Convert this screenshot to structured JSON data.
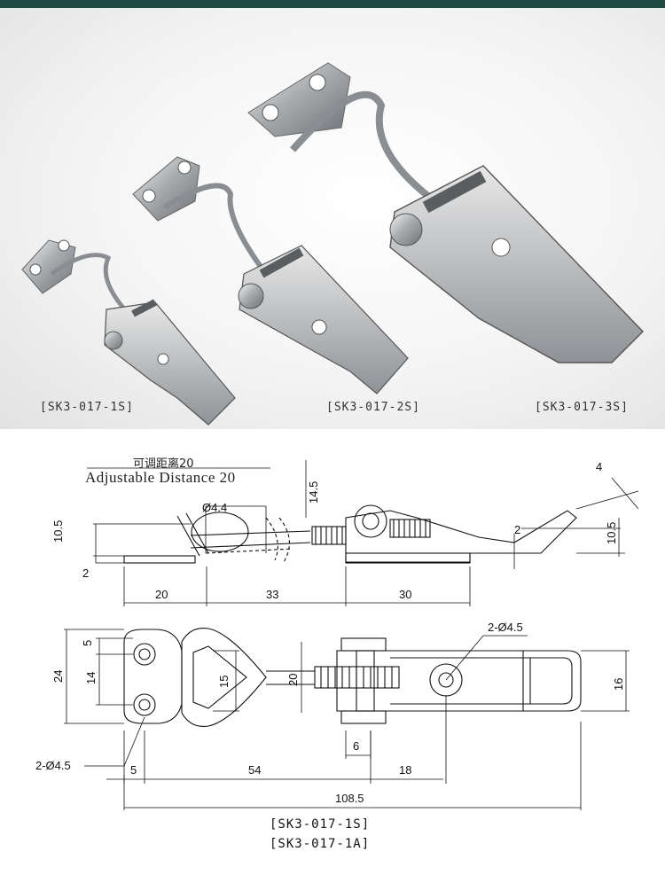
{
  "photos": {
    "labels": [
      "[SK3-017-1S]",
      "[SK3-017-2S]",
      "[SK3-017-3S]"
    ]
  },
  "drawing": {
    "caption_cn": "可调距离20",
    "caption_en": "Adjustable Distance 20",
    "side_view": {
      "dims": [
        "14.5",
        "Ø4.4",
        "10.5",
        "2",
        "20",
        "33",
        "30",
        "4",
        "2",
        "10.5"
      ]
    },
    "top_view": {
      "dims": [
        "5",
        "24",
        "14",
        "15",
        "20",
        "2-Ø4.5",
        "16",
        "6",
        "2-Ø4.5",
        "5",
        "54",
        "18",
        "108.5"
      ]
    },
    "model_labels": [
      "[SK3-017-1S]",
      "[SK3-017-1A]"
    ]
  },
  "colors": {
    "header": "#1f4a44",
    "steel": "#b9bcbe",
    "line": "#111111"
  }
}
